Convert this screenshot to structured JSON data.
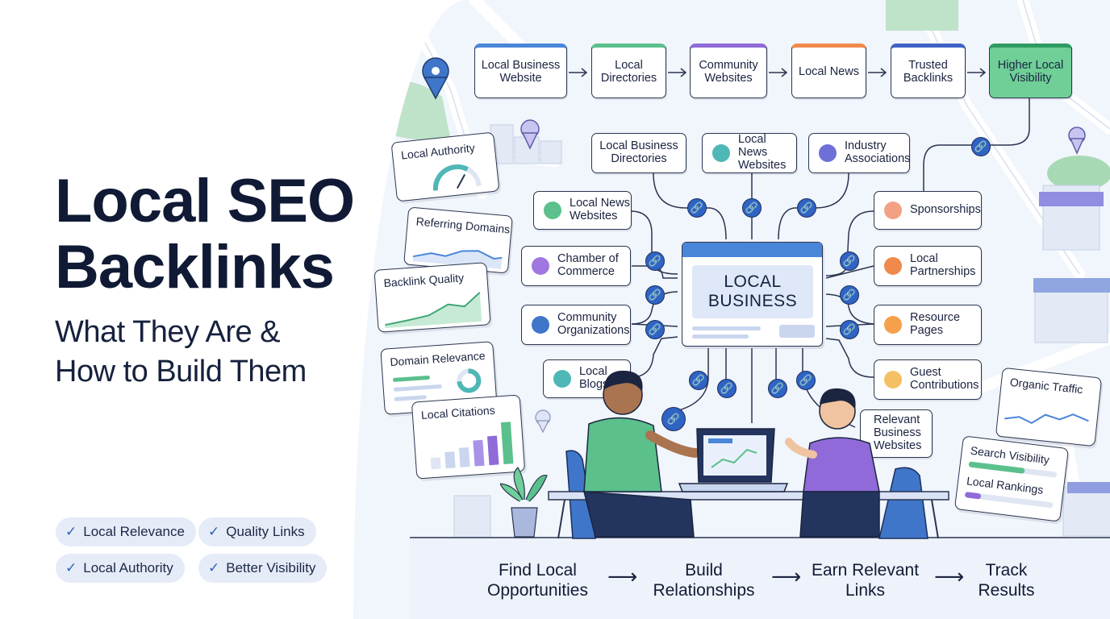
{
  "hero": {
    "title_line1": "Local SEO",
    "title_line2": "Backlinks",
    "subtitle_line1": "What They Are &",
    "subtitle_line2": "How to Build Them"
  },
  "benefits": [
    {
      "label": "Local Relevance"
    },
    {
      "label": "Quality Links"
    },
    {
      "label": "Local Authority"
    },
    {
      "label": "Better Visibility"
    }
  ],
  "flow": [
    {
      "label": "Local Business Website"
    },
    {
      "label": "Local Directories"
    },
    {
      "label": "Community Websites"
    },
    {
      "label": "Local News"
    },
    {
      "label": "Trusted Backlinks"
    },
    {
      "label": "Higher Local Visibility"
    }
  ],
  "top_sources": [
    {
      "label": "Local Business Directories"
    },
    {
      "label": "Local News Websites"
    },
    {
      "label": "Industry Associations"
    }
  ],
  "left_sources": [
    {
      "label": "Local News Websites"
    },
    {
      "label": "Chamber of Commerce"
    },
    {
      "label": "Community Organizations"
    },
    {
      "label": "Local Blogs"
    }
  ],
  "right_sources": [
    {
      "label": "Sponsorships"
    },
    {
      "label": "Local Partnerships"
    },
    {
      "label": "Resource Pages"
    },
    {
      "label": "Guest Contributions"
    },
    {
      "label": "Relevant Business Websites"
    }
  ],
  "center": {
    "line1": "LOCAL",
    "line2": "BUSINESS"
  },
  "metrics_left": [
    {
      "label": "Local Authority"
    },
    {
      "label": "Referring Domains"
    },
    {
      "label": "Backlink Quality"
    },
    {
      "label": "Domain Relevance"
    },
    {
      "label": "Local Citations"
    }
  ],
  "metrics_right": [
    {
      "label": "Organic Traffic"
    },
    {
      "label": "Search Visibility"
    },
    {
      "label": "Local Rankings"
    }
  ],
  "steps": [
    {
      "line1": "Find Local",
      "line2": "Opportunities"
    },
    {
      "line1": "Build",
      "line2": "Relationships"
    },
    {
      "line1": "Earn Relevant",
      "line2": "Links"
    },
    {
      "line1": "Track",
      "line2": "Results"
    }
  ],
  "colors": {
    "accent_blue": "#4a86d8",
    "green": "#5bc08c",
    "purple": "#8f6ad8",
    "teal": "#4fb7b5",
    "orange": "#f08a4b",
    "peach": "#f2a283",
    "yellow": "#f5c063",
    "navy": "#2f63c4",
    "pill_bg": "#e5ecf8"
  }
}
